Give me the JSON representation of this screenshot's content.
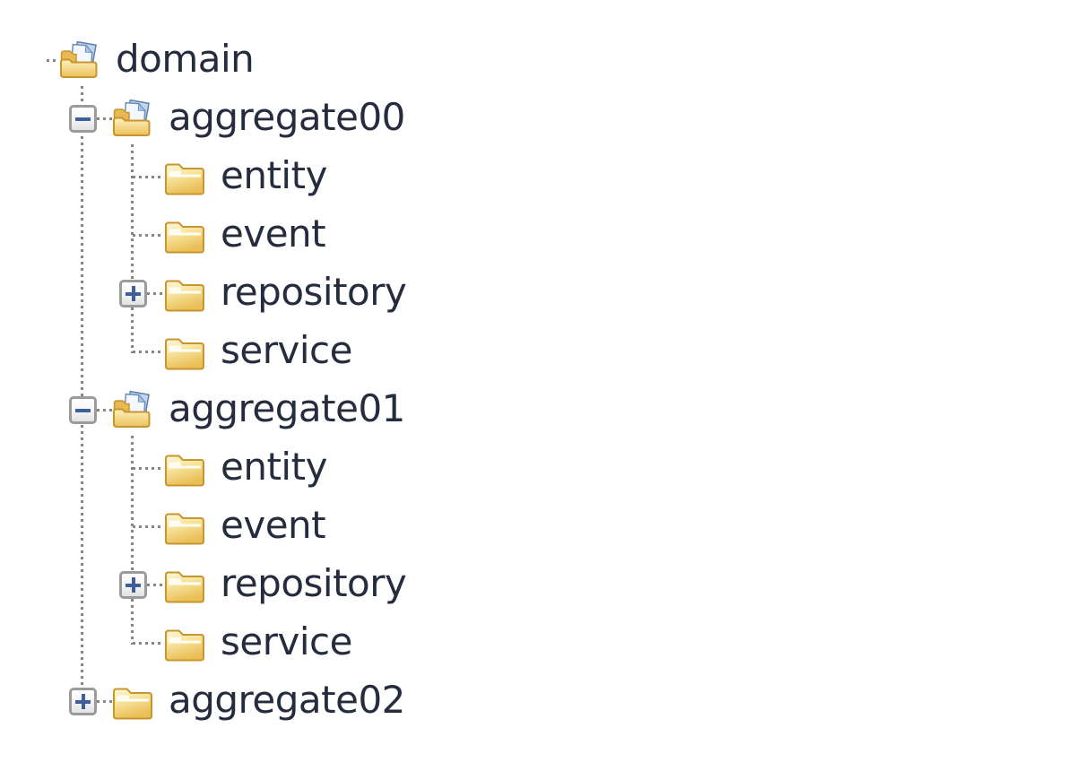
{
  "tree": {
    "rows": [
      {
        "label": "domain",
        "level": 0,
        "icon": "folder-open",
        "toggle": "none",
        "state": "expanded"
      },
      {
        "label": "aggregate00",
        "level": 1,
        "icon": "folder-open",
        "toggle": "minus",
        "state": "expanded"
      },
      {
        "label": "entity",
        "level": 2,
        "icon": "folder-closed",
        "toggle": "none",
        "state": "leaf"
      },
      {
        "label": "event",
        "level": 2,
        "icon": "folder-closed",
        "toggle": "none",
        "state": "leaf"
      },
      {
        "label": "repository",
        "level": 2,
        "icon": "folder-closed",
        "toggle": "plus",
        "state": "collapsed"
      },
      {
        "label": "service",
        "level": 2,
        "icon": "folder-closed",
        "toggle": "none",
        "state": "leaf"
      },
      {
        "label": "aggregate01",
        "level": 1,
        "icon": "folder-open",
        "toggle": "minus",
        "state": "expanded"
      },
      {
        "label": "entity",
        "level": 2,
        "icon": "folder-closed",
        "toggle": "none",
        "state": "leaf"
      },
      {
        "label": "event",
        "level": 2,
        "icon": "folder-closed",
        "toggle": "none",
        "state": "leaf"
      },
      {
        "label": "repository",
        "level": 2,
        "icon": "folder-closed",
        "toggle": "plus",
        "state": "collapsed"
      },
      {
        "label": "service",
        "level": 2,
        "icon": "folder-closed",
        "toggle": "none",
        "state": "leaf"
      },
      {
        "label": "aggregate02",
        "level": 1,
        "icon": "folder-closed",
        "toggle": "plus",
        "state": "collapsed"
      }
    ]
  },
  "colors": {
    "text": "#242c3e",
    "line": "#858585",
    "box-border": "#9b9b9b",
    "box-sign": "#3e5e9e",
    "folder-border": "#c9952e",
    "folder-light": "#fdf6d8",
    "folder-dark": "#eabf57",
    "paper-border": "#6d8fbe",
    "bg": "#ffffff"
  }
}
